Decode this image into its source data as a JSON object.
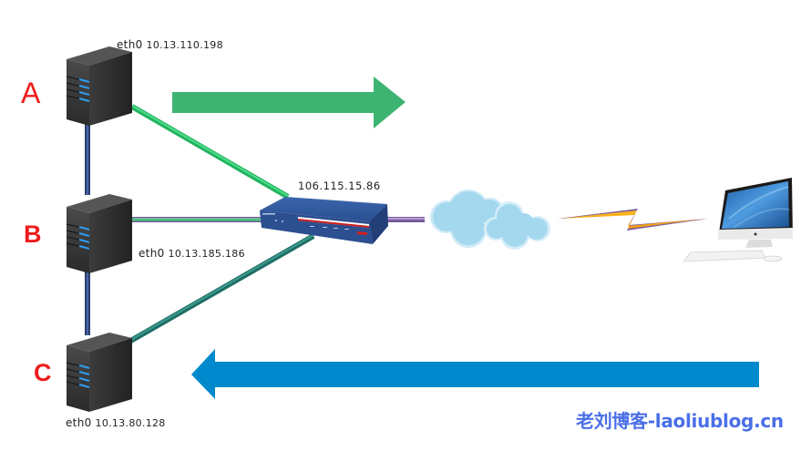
{
  "diagram": {
    "nodes": {
      "server_a": {
        "letter": "A",
        "interface": "eth0",
        "ip": "10.13.110.198"
      },
      "server_b": {
        "letter": "B",
        "interface": "eth0",
        "ip": "10.13.185.186"
      },
      "server_c": {
        "letter": "C",
        "interface": "eth0",
        "ip": "10.13.80.128"
      },
      "router": {
        "ip": "106.115.15.86",
        "icon": "router-icon"
      },
      "cloud": {
        "icon": "cloud-icon"
      },
      "client": {
        "icon": "desktop-computer-icon"
      }
    },
    "edges": [
      {
        "from": "server_a",
        "to": "server_b",
        "style": "vertical-link"
      },
      {
        "from": "server_b",
        "to": "server_c",
        "style": "vertical-link"
      },
      {
        "from": "server_a",
        "to": "router",
        "style": "green-link"
      },
      {
        "from": "server_b",
        "to": "router",
        "style": "green-purple-link"
      },
      {
        "from": "server_c",
        "to": "router",
        "style": "teal-link"
      },
      {
        "from": "router",
        "to": "cloud",
        "style": "purple-link"
      },
      {
        "from": "cloud",
        "to": "client",
        "style": "lightning-link"
      }
    ],
    "arrows": {
      "outbound": {
        "direction": "right",
        "color": "#3db471"
      },
      "inbound": {
        "direction": "left",
        "color": "#0089cc"
      }
    },
    "colors": {
      "letters": "#ee1c1c",
      "watermark": "#4a6fe8",
      "green_link": "#2ecc71",
      "teal_link": "#237f74",
      "purple_link": "#8a6aa8",
      "vertical_link": "#334d80"
    }
  },
  "watermark": "老刘博客-laoliublog.cn"
}
